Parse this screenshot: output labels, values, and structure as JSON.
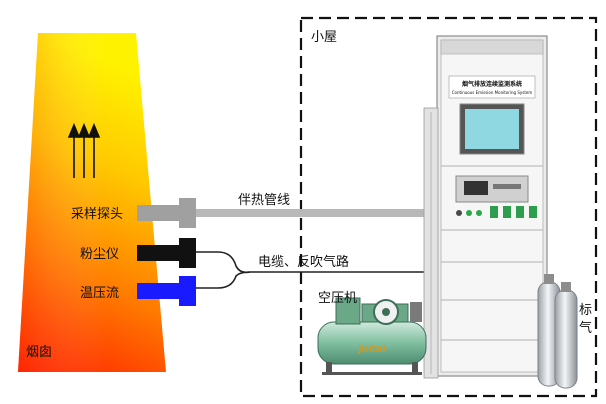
{
  "house": {
    "label": "小屋"
  },
  "chimney": {
    "label": "烟囱"
  },
  "devices": {
    "probe": "采样探头",
    "dust": "粉尘仪",
    "tpf": "温压流"
  },
  "lines": {
    "heat": "伴热管线",
    "cable": "电缆、反吹气路"
  },
  "compressor": {
    "label": "空压机",
    "brand": "JUCAI"
  },
  "gas": {
    "label_1": "标",
    "label_2": "气"
  },
  "cabinet": {
    "title": "烟气排放连续监测系统",
    "subtitle": "Continuous Emission Monitoring System"
  },
  "colors": {
    "probe": "#a0a0a0",
    "dust": "#111111",
    "tpf": "#1a1aff",
    "heat_line": "#b8b8b8",
    "cable_line": "#222222"
  }
}
